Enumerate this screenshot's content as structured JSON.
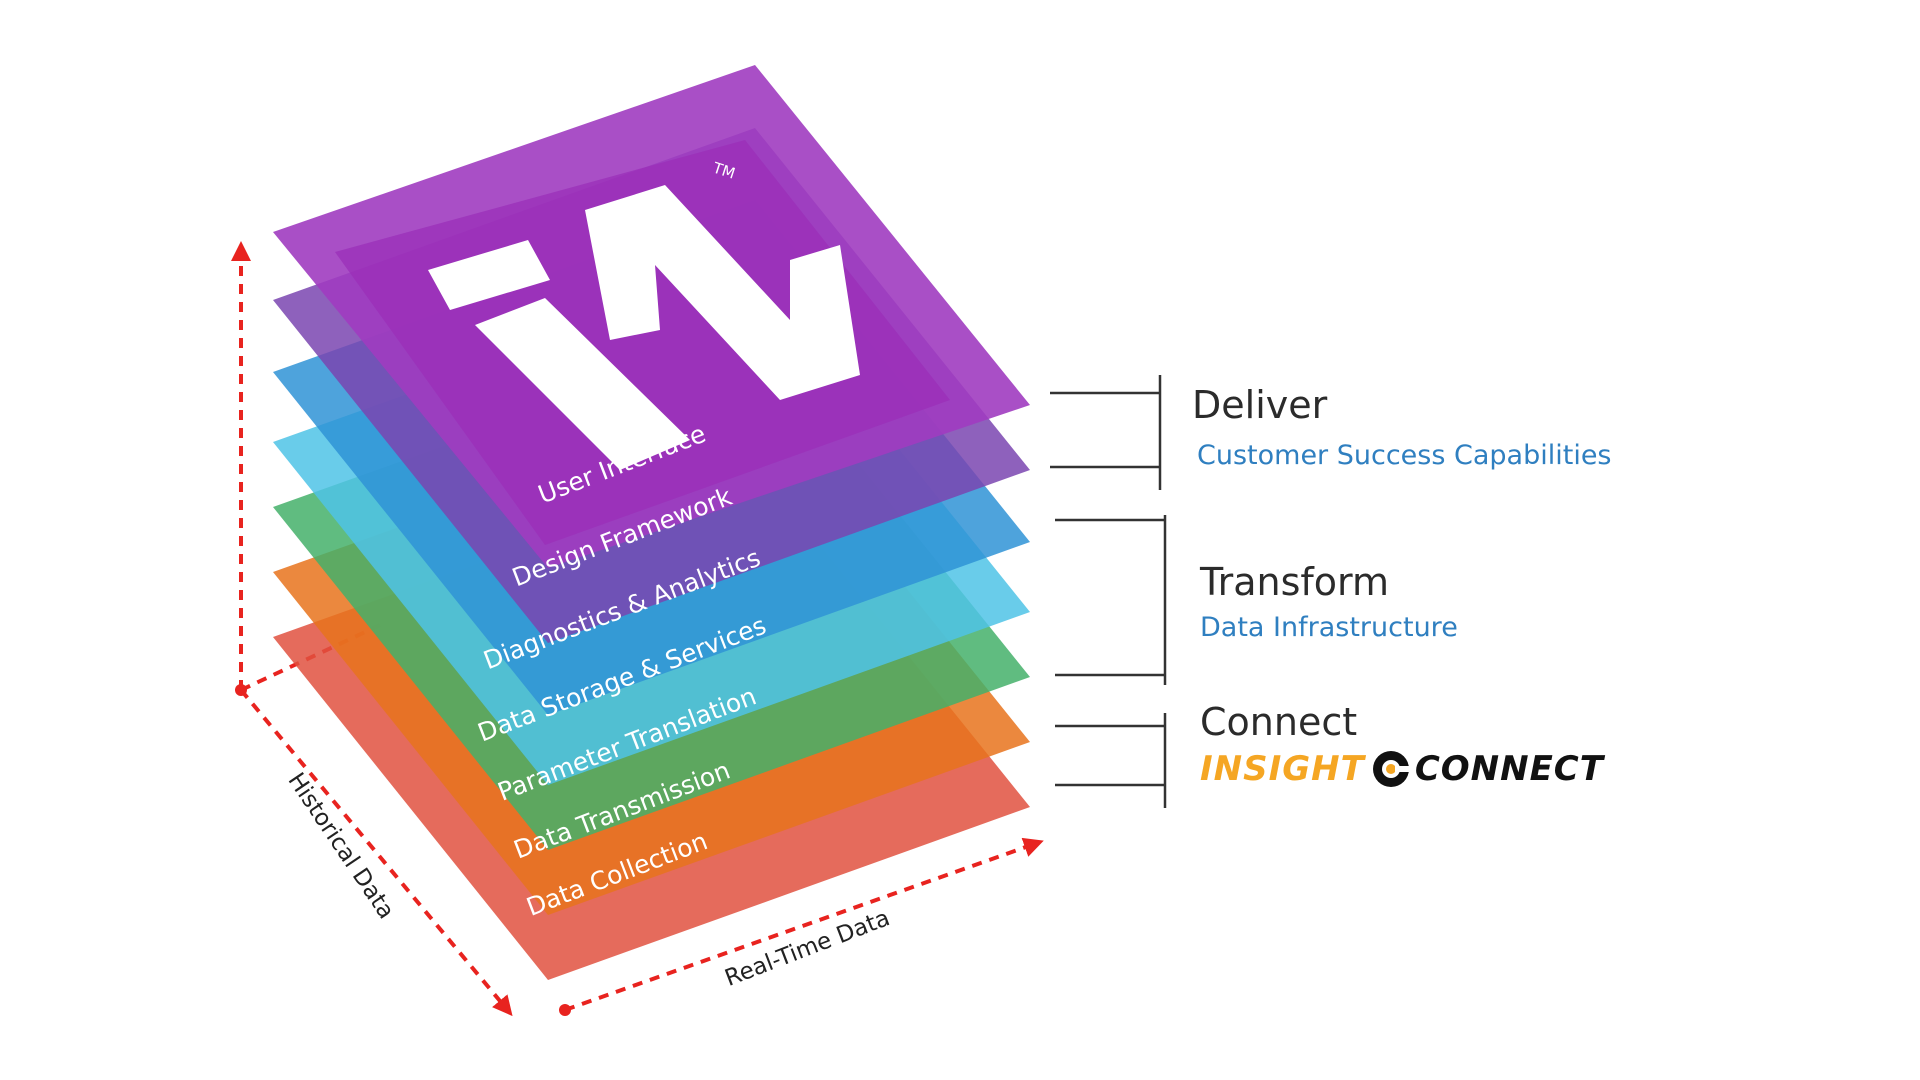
{
  "layers": [
    {
      "label": "User Interface",
      "color": "#a03cc0"
    },
    {
      "label": "Design Framework",
      "color": "#7a45b0"
    },
    {
      "label": "Diagnostics & Analytics",
      "color": "#2f93d6"
    },
    {
      "label": "Data Storage & Services",
      "color": "#4fc3e6"
    },
    {
      "label": "Parameter Translation",
      "color": "#44b06a"
    },
    {
      "label": "Data Transmission",
      "color": "#e8731c"
    },
    {
      "label": "Data Collection",
      "color": "#e0513f"
    }
  ],
  "logo": {
    "tm": "TM"
  },
  "axes": {
    "historical": "Historical Data",
    "realtime": "Real-Time Data",
    "color": "#e8231f"
  },
  "groups": [
    {
      "title": "Deliver",
      "subtitle": "Customer Success Capabilities"
    },
    {
      "title": "Transform",
      "subtitle": "Data Infrastructure"
    },
    {
      "title": "Connect",
      "brand": {
        "part1": "INSIGHT",
        "part2": "CONNECT",
        "part1_color": "#f5a623",
        "part2_color": "#111111"
      }
    }
  ]
}
